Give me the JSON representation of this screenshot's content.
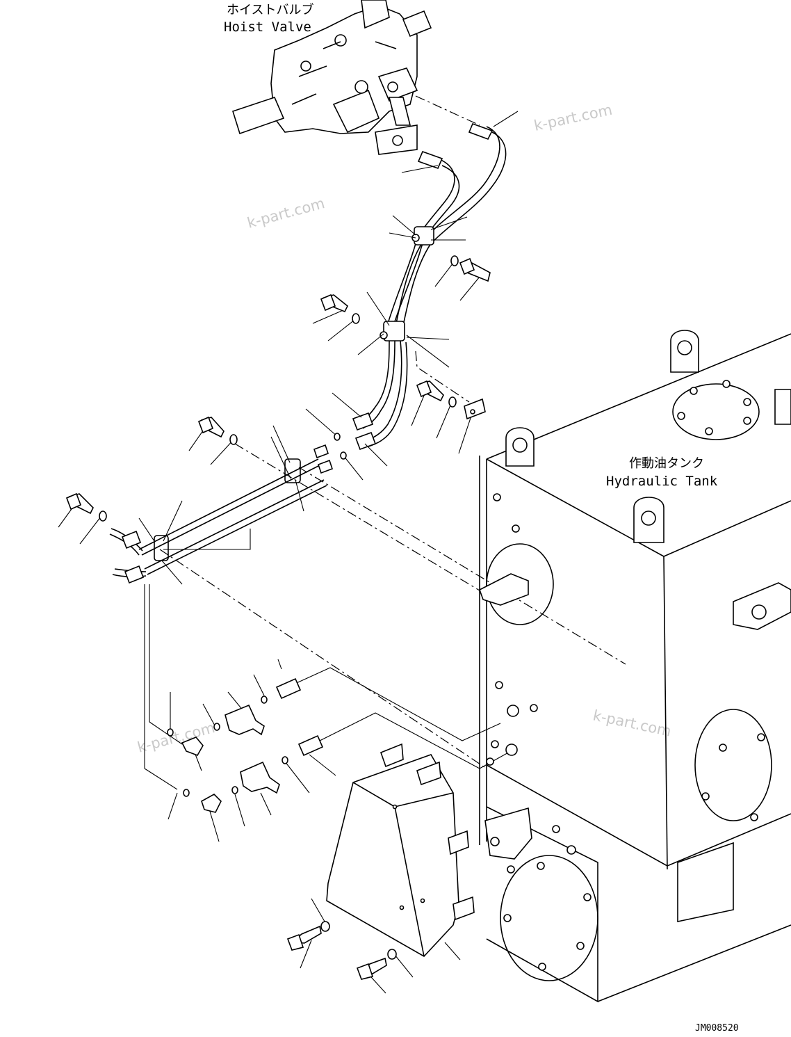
{
  "labels": {
    "hoist_valve_jp": "ホイストバルブ",
    "hoist_valve_en": "Hoist Valve",
    "hydraulic_tank_jp": "作動油タンク",
    "hydraulic_tank_en": "Hydraulic Tank",
    "drawing_code": "JM008520"
  },
  "watermarks": [
    "k-part.com",
    "k-part.com",
    "k-part.com",
    "k-part.com"
  ],
  "icons": [
    "hoist-valve-icon",
    "hydraulic-tank-icon",
    "hose-icon",
    "tube-icon",
    "clamp-icon",
    "bolt-icon",
    "washer-icon",
    "o-ring-icon",
    "elbow-fitting-icon",
    "tee-fitting-icon",
    "connector-icon",
    "cover-plate-icon"
  ]
}
